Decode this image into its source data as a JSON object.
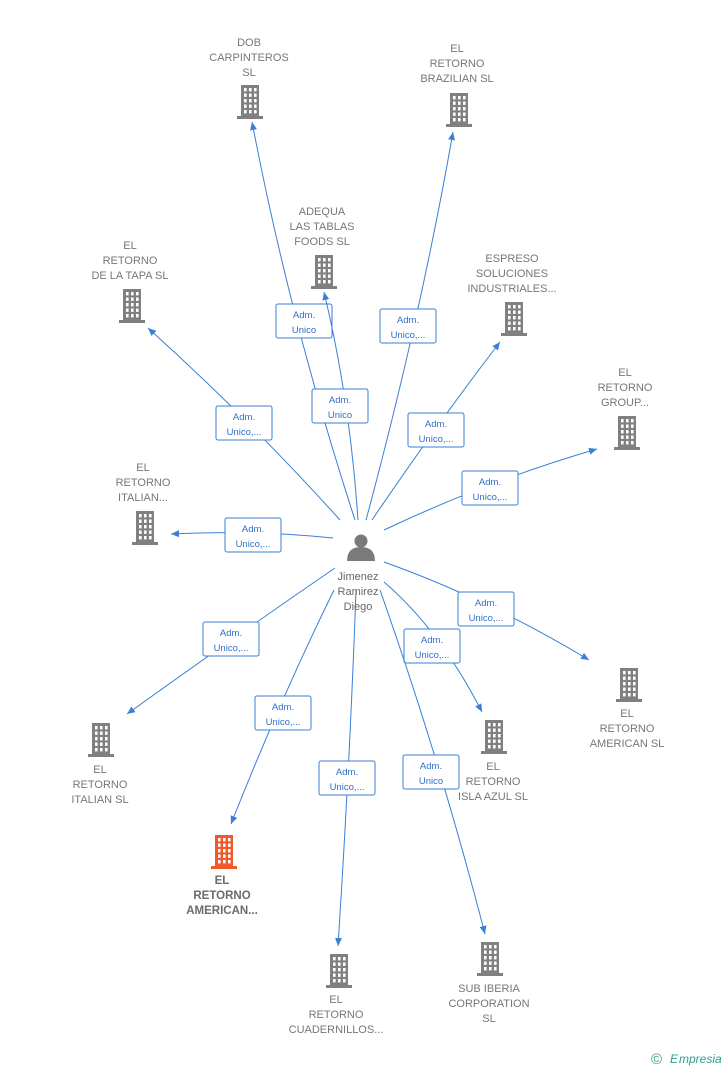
{
  "center": {
    "id": "jimenez",
    "label": [
      "Jimenez",
      "Ramirez",
      "Diego"
    ]
  },
  "colors": {
    "edge": "#3a7fd5",
    "company": "#808080",
    "highlight": "#f05a2a",
    "person": "#7a7a7a"
  },
  "nodes": [
    {
      "id": "dob",
      "name": "company-dob-carpinteros",
      "label": [
        "DOB",
        "CARPINTEROS",
        "SL"
      ],
      "highlight": false
    },
    {
      "id": "brazilian",
      "name": "company-el-retorno-brazilian",
      "label": [
        "EL",
        "RETORNO",
        "BRAZILIAN  SL"
      ],
      "highlight": false
    },
    {
      "id": "adequa",
      "name": "company-adequa-las-tablas",
      "label": [
        "ADEQUA",
        "LAS TABLAS",
        "FOODS  SL"
      ],
      "highlight": false
    },
    {
      "id": "tapa",
      "name": "company-el-retorno-de-la-tapa",
      "label": [
        "EL",
        "RETORNO",
        "DE LA TAPA  SL"
      ],
      "highlight": false
    },
    {
      "id": "espreso",
      "name": "company-espreso-soluciones",
      "label": [
        "ESPRESO",
        "SOLUCIONES",
        "INDUSTRIALES..."
      ],
      "highlight": false
    },
    {
      "id": "group",
      "name": "company-el-retorno-group",
      "label": [
        "EL",
        "RETORNO",
        "GROUP..."
      ],
      "highlight": false
    },
    {
      "id": "italian_top",
      "name": "company-el-retorno-italian-abbrev",
      "label": [
        "EL",
        "RETORNO",
        "ITALIAN..."
      ],
      "highlight": false
    },
    {
      "id": "american_sl",
      "name": "company-el-retorno-american-sl",
      "label": [
        "EL",
        "RETORNO",
        "AMERICAN  SL"
      ],
      "highlight": false
    },
    {
      "id": "italian_sl",
      "name": "company-el-retorno-italian-sl",
      "label": [
        "EL",
        "RETORNO",
        "ITALIAN  SL"
      ],
      "highlight": false
    },
    {
      "id": "isla_azul",
      "name": "company-el-retorno-isla-azul",
      "label": [
        "EL",
        "RETORNO",
        "ISLA AZUL  SL"
      ],
      "highlight": false
    },
    {
      "id": "american_hl",
      "name": "company-el-retorno-american-highlighted",
      "label": [
        "EL",
        "RETORNO",
        "AMERICAN..."
      ],
      "highlight": true
    },
    {
      "id": "cuadernillos",
      "name": "company-el-retorno-cuadernillos",
      "label": [
        "EL",
        "RETORNO",
        "CUADERNILLOS..."
      ],
      "highlight": false
    },
    {
      "id": "sub_iberia",
      "name": "company-sub-iberia-corporation",
      "label": [
        "SUB IBERIA",
        "CORPORATION",
        "SL"
      ],
      "highlight": false
    }
  ],
  "edges": [
    {
      "to": "dob",
      "label": [
        "Adm.",
        "Unico"
      ]
    },
    {
      "to": "brazilian",
      "label": [
        "Adm.",
        "Unico,..."
      ]
    },
    {
      "to": "adequa",
      "label": [
        "Adm.",
        "Unico"
      ]
    },
    {
      "to": "tapa",
      "label": [
        "Adm.",
        "Unico,..."
      ]
    },
    {
      "to": "espreso",
      "label": [
        "Adm.",
        "Unico,..."
      ]
    },
    {
      "to": "group",
      "label": [
        "Adm.",
        "Unico,..."
      ]
    },
    {
      "to": "italian_top",
      "label": [
        "Adm.",
        "Unico,..."
      ]
    },
    {
      "to": "american_sl",
      "label": [
        "Adm.",
        "Unico,..."
      ]
    },
    {
      "to": "italian_sl",
      "label": [
        "Adm.",
        "Unico,..."
      ]
    },
    {
      "to": "isla_azul",
      "label": [
        "Adm.",
        "Unico,..."
      ]
    },
    {
      "to": "american_hl",
      "label": [
        "Adm.",
        "Unico,..."
      ]
    },
    {
      "to": "cuadernillos",
      "label": [
        "Adm.",
        "Unico,..."
      ]
    },
    {
      "to": "sub_iberia",
      "label": [
        "Adm.",
        "Unico"
      ]
    }
  ],
  "footer": {
    "copyright": "©",
    "brand": "mpresia",
    "brand_initial": "E"
  }
}
